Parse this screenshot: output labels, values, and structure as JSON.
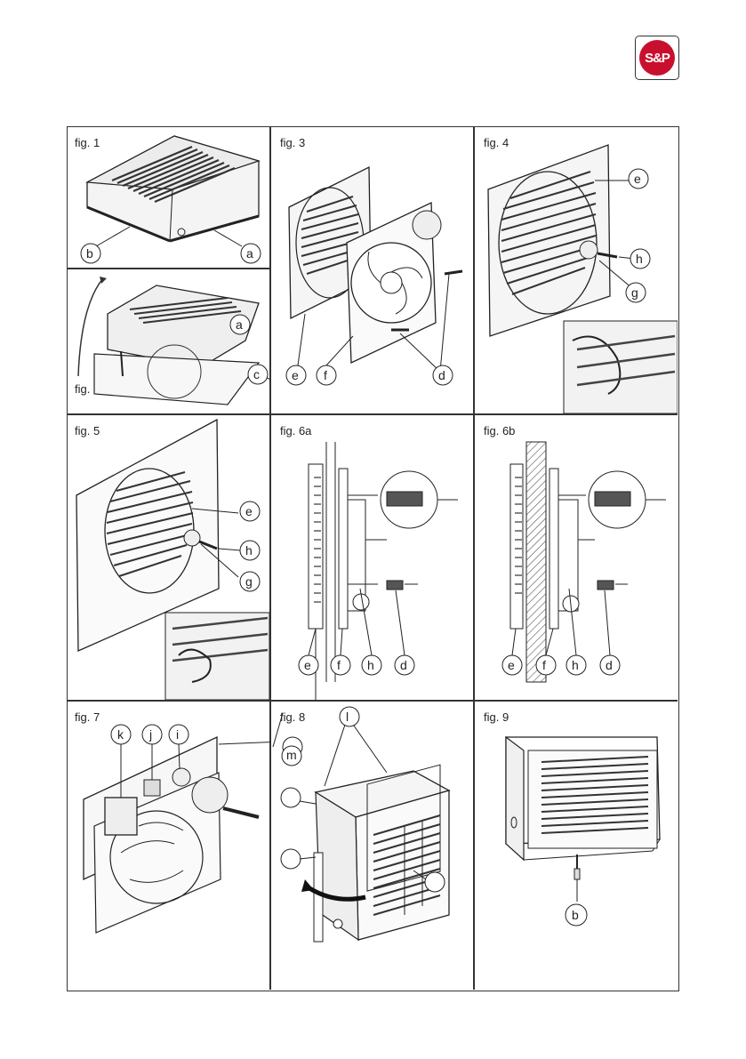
{
  "logo": {
    "text": "S&P",
    "color": "#c8102e"
  },
  "figures": {
    "fig1": {
      "label": "fig. 1",
      "callouts": [
        "b",
        "a"
      ]
    },
    "fig2": {
      "label": "fig. 2",
      "callouts": [
        "a",
        "c"
      ]
    },
    "fig3": {
      "label": "fig. 3",
      "callouts": [
        "e",
        "f",
        "d"
      ]
    },
    "fig4": {
      "label": "fig. 4",
      "callouts": [
        "e",
        "h",
        "g"
      ]
    },
    "fig5": {
      "label": "fig. 5",
      "callouts": [
        "e",
        "h",
        "g"
      ]
    },
    "fig6a": {
      "label": "fig. 6a",
      "callouts": [
        "e",
        "f",
        "h",
        "d"
      ]
    },
    "fig6b": {
      "label": "fig. 6b",
      "callouts": [
        "e",
        "f",
        "h",
        "d"
      ]
    },
    "fig7": {
      "label": "fig. 7",
      "callouts": [
        "k",
        "j",
        "i",
        "m"
      ]
    },
    "fig8": {
      "label": "fig. 8",
      "callouts": [
        "l",
        "",
        "",
        ""
      ]
    },
    "fig9": {
      "label": "fig. 9",
      "callouts": [
        "b"
      ]
    }
  }
}
